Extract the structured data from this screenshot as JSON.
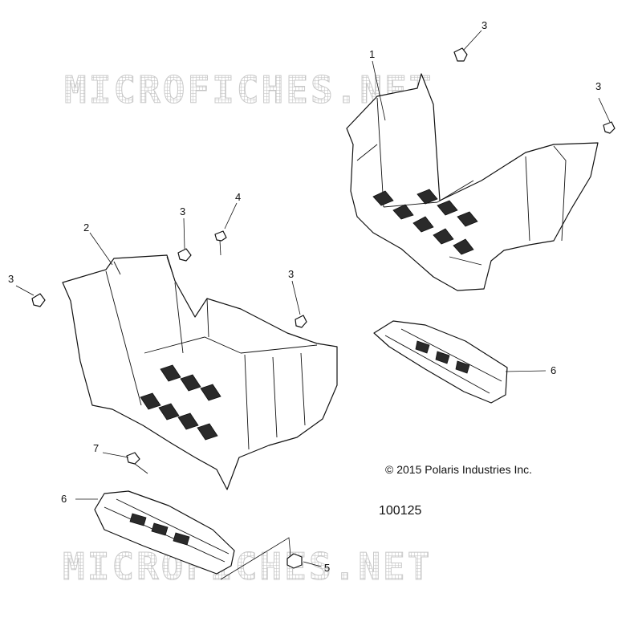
{
  "watermark": {
    "text": "MICROFICHES.NET"
  },
  "callouts": [
    {
      "id": "c1",
      "label": "1"
    },
    {
      "id": "c2",
      "label": "2"
    },
    {
      "id": "c3a",
      "label": "3"
    },
    {
      "id": "c3b",
      "label": "3"
    },
    {
      "id": "c3c",
      "label": "3"
    },
    {
      "id": "c3d",
      "label": "3"
    },
    {
      "id": "c3e",
      "label": "3"
    },
    {
      "id": "c4",
      "label": "4"
    },
    {
      "id": "c5",
      "label": "5"
    },
    {
      "id": "c6a",
      "label": "6"
    },
    {
      "id": "c6b",
      "label": "6"
    },
    {
      "id": "c7",
      "label": "7"
    }
  ],
  "copyright": "© 2015 Polaris Industries Inc.",
  "figure_number": "100125"
}
